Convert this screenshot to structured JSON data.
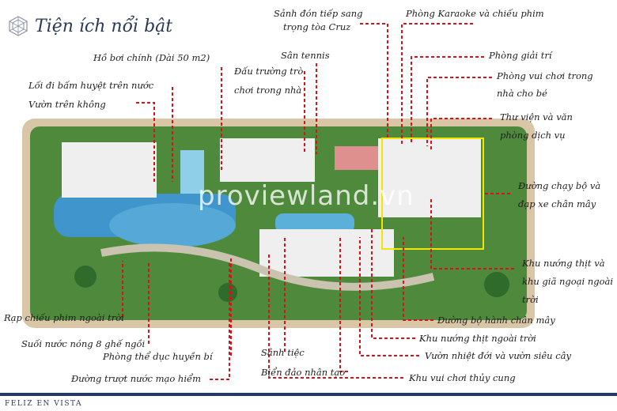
{
  "title": "Tiện ích nổi bật",
  "brand": "FELIZ EN VISTA",
  "watermark": "proviewland.vn",
  "colors": {
    "leader": "#d8121b",
    "bar": "#223a6b",
    "jogging": "#f2e600"
  },
  "labels": {
    "sanh_don": "Sảnh đón tiếp sang",
    "sanh_don_2": "trọng tòa Cruz",
    "karaoke": "Phòng Karaoke và chiếu phim",
    "san_tennis": "Sân tennis",
    "giai_tri": "Phòng giải trí",
    "ho_boi": "Hồ bơi chính (Dài 50 m2)",
    "dau_truong": "Đấu trường trò",
    "dau_truong_2": "chơi trong nhà",
    "vui_choi_be": "Phòng vui chơi trong",
    "vui_choi_be_2": "nhà cho bé",
    "loi_di": "Lối đi bấm huyệt trên nước",
    "vuon_khong": "Vườn trên không",
    "thu_vien": "Thư viện và văn",
    "thu_vien_2": "phòng dịch vụ",
    "duong_chay": "Đường chạy bộ và",
    "duong_chay_2": "đạp xe chân mây",
    "khu_nuong": "Khu nướng thịt và",
    "khu_nuong_2": "khu giã ngoại ngoài",
    "khu_nuong_3": "trời",
    "rap_chieu": "Rạp chiếu phim ngoài trời",
    "duong_bo_hanh": "Đường bộ hành chân mây",
    "suoi_nuoc": "Suối nước nóng 8 ghế ngồi",
    "nuong_ngoai": "Khu nướng thịt ngoài trời",
    "the_duc": "Phòng thể dục huyền bí",
    "sanh_tiec": "Sảnh tiệc",
    "vuon_nhiet": "Vườn nhiệt đới và vườn siêu cây",
    "bien_dao": "Biển đảo nhân tạo",
    "truot_nuoc": "Đường trượt nước mạo hiểm",
    "thuy_cung": "Khu vui chơi thủy cung"
  }
}
